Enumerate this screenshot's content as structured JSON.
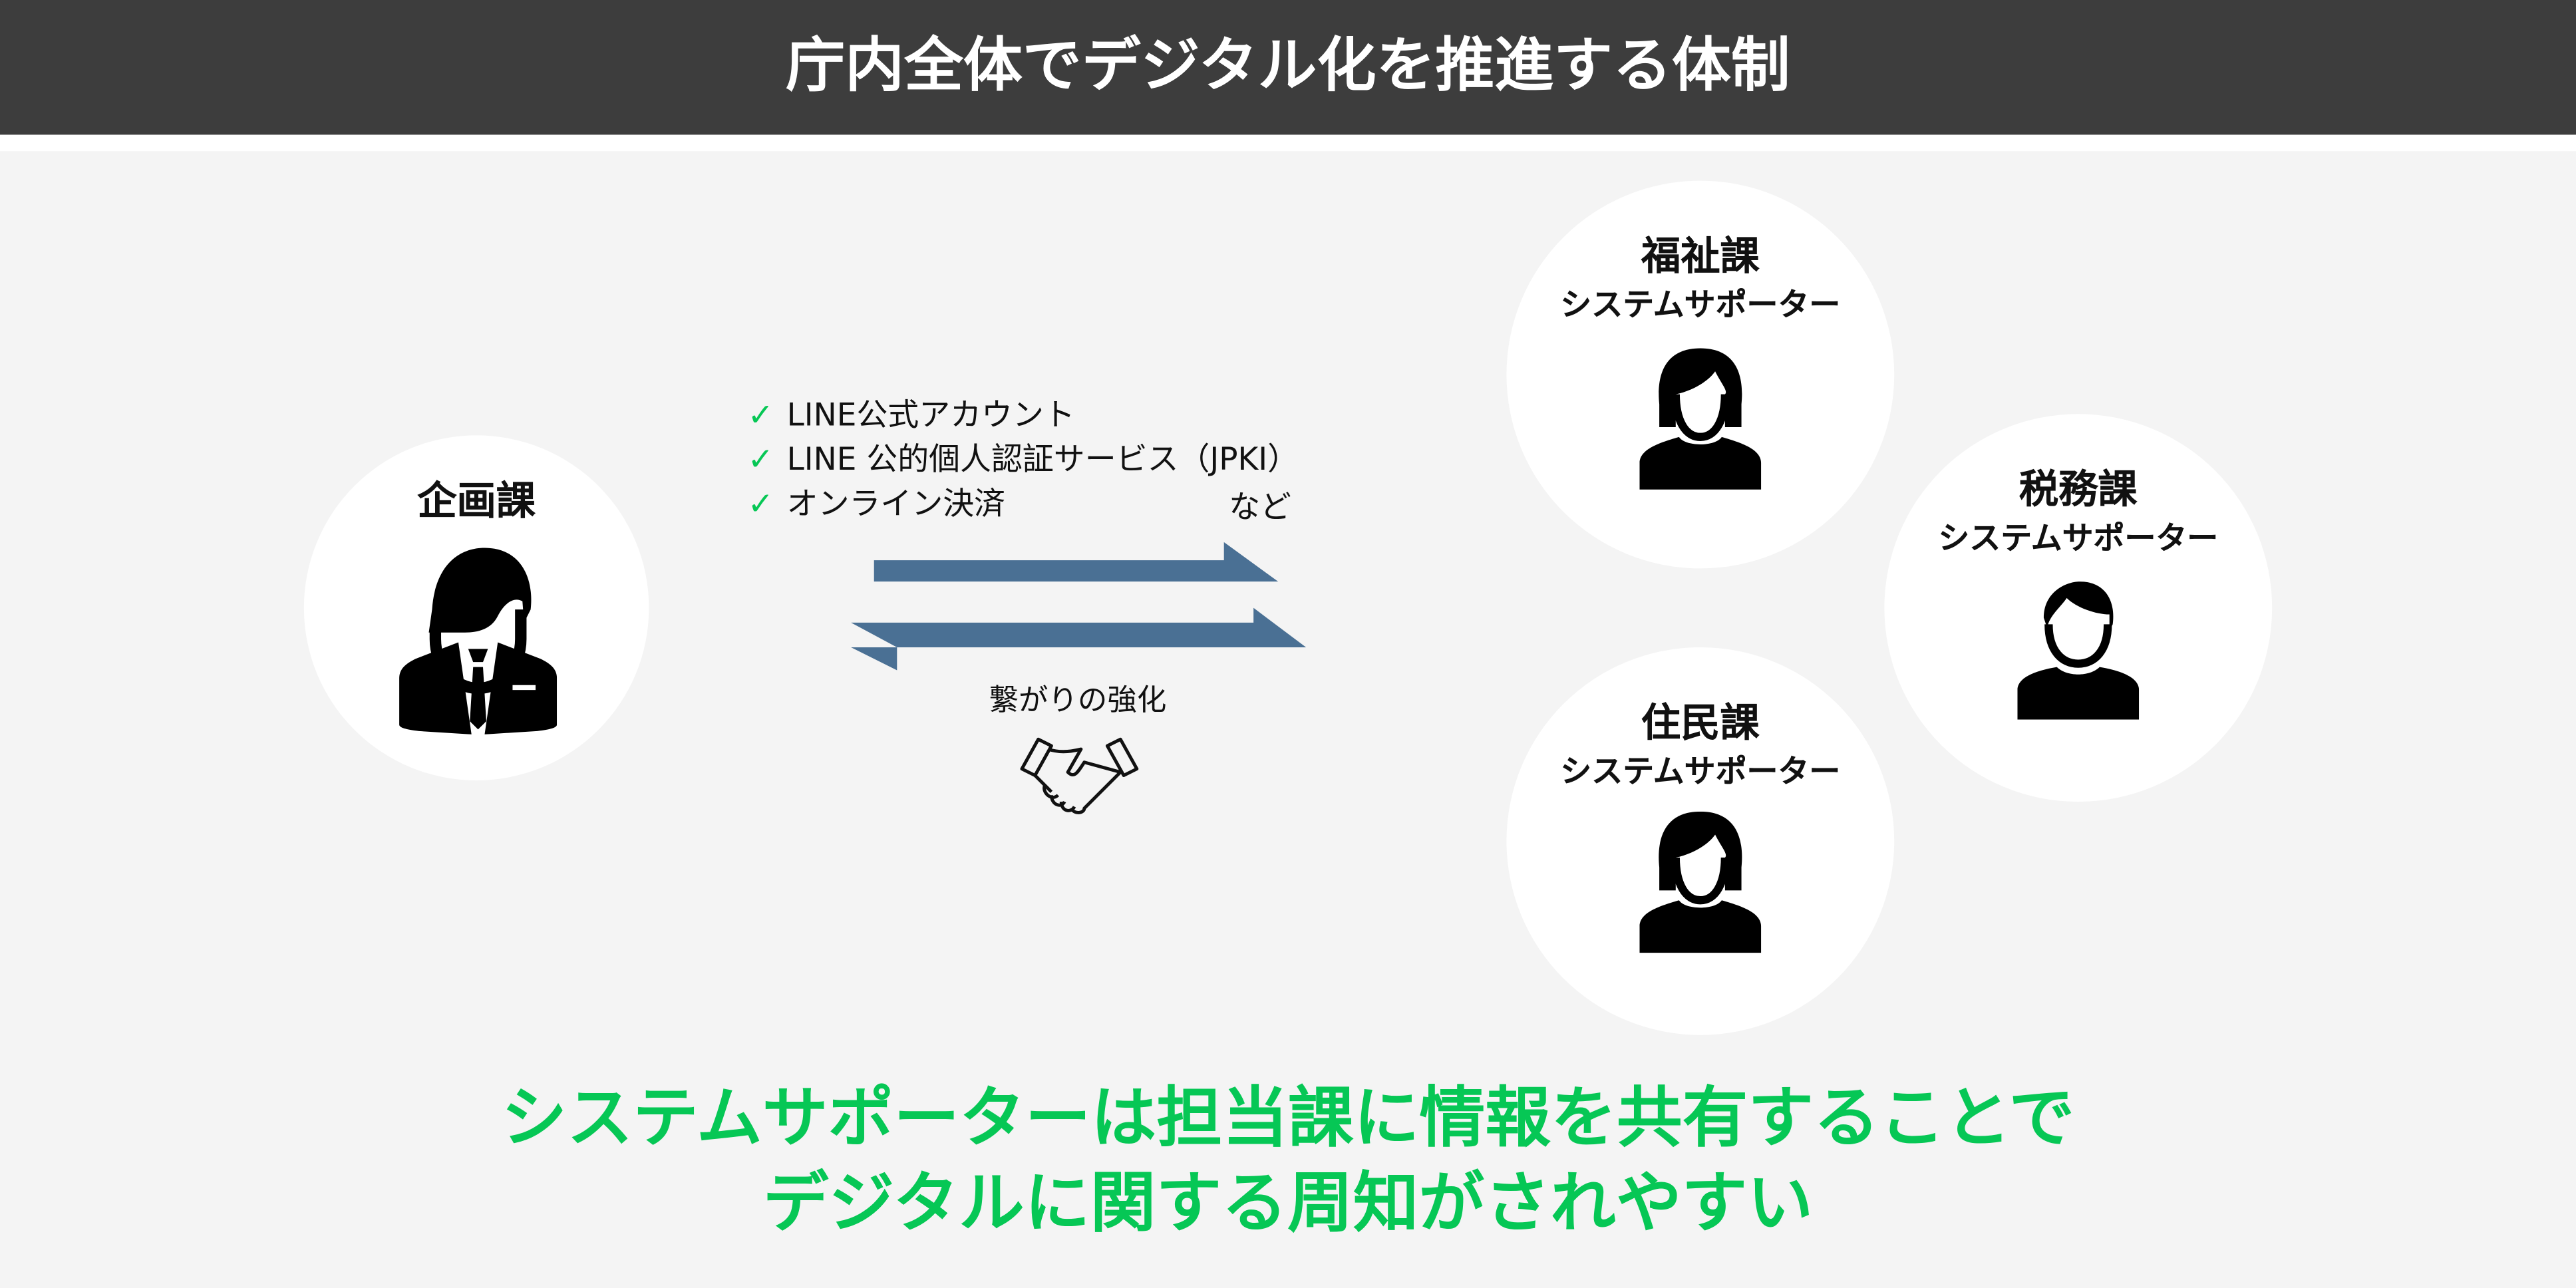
{
  "header": {
    "title": "庁内全体でデジタル化を推進する体制"
  },
  "planning": {
    "dept": "企画課"
  },
  "supporters": [
    {
      "dept": "福祉課",
      "role": "システムサポーター"
    },
    {
      "dept": "税務課",
      "role": "システムサポーター"
    },
    {
      "dept": "住民課",
      "role": "システムサポーター"
    }
  ],
  "services": {
    "check": "✓",
    "items": [
      "LINE公式アカウント",
      "LINE 公的個人認証サービス（JPKI）",
      "オンライン決済"
    ],
    "etc": "など"
  },
  "connection": {
    "label": "繋がりの強化"
  },
  "colors": {
    "arrow": "#4a7094",
    "accent": "#06c755",
    "header": "#3d3d3d"
  },
  "message": {
    "line1": "システムサポーターは担当課に情報を共有することで",
    "line2": "デジタルに関する周知がされやすい"
  }
}
